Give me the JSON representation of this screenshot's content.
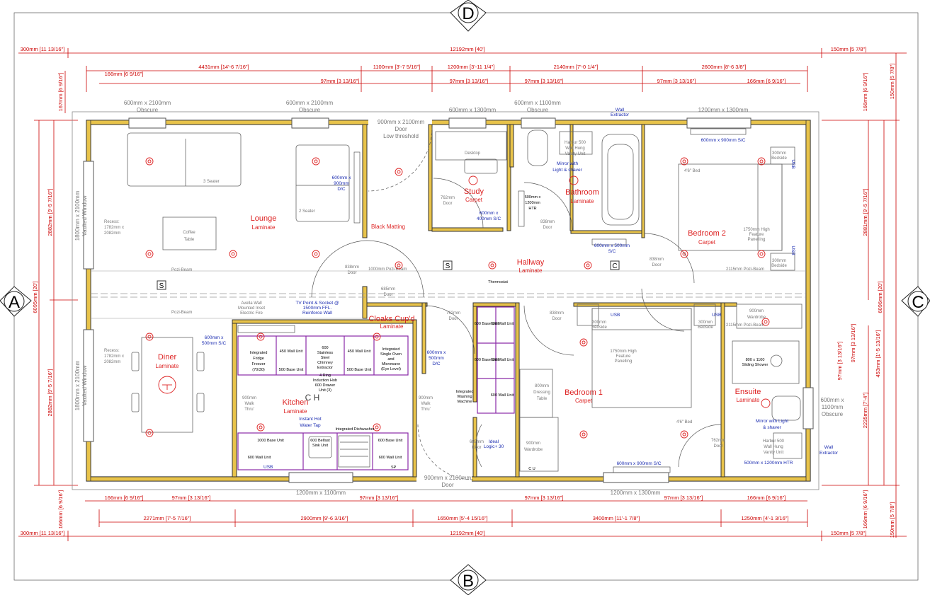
{
  "markers": {
    "top": "D",
    "bottom": "B",
    "left": "A",
    "right": "C"
  },
  "dims": {
    "top_overall_left": "300mm [11 13/16\"]",
    "top_overall": "12192mm [40']",
    "top_overall_right": "150mm [5 7/8\"]",
    "top_seg1": "4431mm [14'-6 7/16\"]",
    "top_seg2": "1100mm [3'-7 5/16\"]",
    "top_seg3": "1200mm [3'-11 1/4\"]",
    "top_seg4": "2140mm [7'-0 1/4\"]",
    "top_seg5": "2600mm [8'-6 3/8\"]",
    "top_small1": "166mm [6 9/16\"]",
    "top_small2": "97mm [3 13/16\"]",
    "top_small3": "97mm [3 13/16\"]",
    "top_small4": "97mm [3 13/16\"]",
    "top_small5": "97mm [3 13/16\"]",
    "top_small6": "166mm [6 9/16\"]",
    "left_top_small": "167mm [6 9/16\"]",
    "left_room1": "2882mm [9'-5 7/16\"]",
    "left_room2": "2882mm [9'-5 7/16\"]",
    "left_overall": "6095mm [20']",
    "left_bottom_small": "166mm [6 9/16\"]",
    "right_top_small": "166mm [6 9/16\"]",
    "right_top_outer": "150mm [5 7/8\"]",
    "right_room1": "2881mm [9'-5 7/16\"]",
    "right_overall": "6096mm [20']",
    "right_small_a": "97mm [3 13/16\"]",
    "right_small_b": "97mm [3 13/16\"]",
    "right_453": "453mm [1'-5 13/16\"]",
    "right_2235": "2235mm [7'-4\"]",
    "right_bottom_small": "166mm [6 9/16\"]",
    "right_bottom_outer": "150mm [5 7/8\"]",
    "bot_small1": "166mm [6 9/16\"]",
    "bot_small2": "97mm [3 13/16\"]",
    "bot_small3": "97mm [3 13/16\"]",
    "bot_small4": "97mm [3 13/16\"]",
    "bot_small5": "97mm [3 13/16\"]",
    "bot_small6": "166mm [6 9/16\"]",
    "bot_seg1": "2271mm [7'-5 7/16\"]",
    "bot_seg2": "2900mm [9'-6 3/16\"]",
    "bot_seg3": "1650mm [5'-4 15/16\"]",
    "bot_seg4": "3400mm [11'-1 7/8\"]",
    "bot_seg5": "1250mm [4'-1 3/16\"]",
    "bot_overall_left": "300mm [11 13/16\"]",
    "bot_overall": "12192mm [40']",
    "bot_overall_right": "150mm [5 7/8\"]"
  },
  "windows": {
    "w1": "600mm x 2100mm",
    "w1b": "Obscure",
    "w2": "600mm x 2100mm",
    "w2b": "Obscure",
    "door_front": "900mm x 2100mm",
    "door_front_b": "Door",
    "door_front_c": "Low threshold",
    "w3": "600mm x 1300mm",
    "w4": "600mm x 1100mm",
    "w4b": "Obscure",
    "w5": "1200mm x 1300mm",
    "left_top": "1800mm x 2100mm",
    "left_top_b": "Vaulted Window",
    "left_bot": "1800mm x 2100mm",
    "left_bot_b": "Vaulted Window",
    "bot1": "1200mm x 1100mm",
    "door_back": "900mm x 2100mm",
    "door_back_b": "Door",
    "bot2": "1200mm x 1300mm",
    "right_ensuite": "600mm x",
    "right_ensuite_b": "1100mm",
    "right_ensuite_c": "Obscure"
  },
  "rooms": [
    {
      "name": "Lounge",
      "floor": "Laminate"
    },
    {
      "name": "Study",
      "floor": "Carpet"
    },
    {
      "name": "Bathroom",
      "floor": "Laminate"
    },
    {
      "name": "Bedroom 2",
      "floor": "Carpet"
    },
    {
      "name": "Hallway",
      "floor": "Laminate"
    },
    {
      "name": "Cloaks Cup'd",
      "floor": "Laminate"
    },
    {
      "name": "Diner",
      "floor": "Laminate"
    },
    {
      "name": "Kitchen",
      "floor": "Laminate"
    },
    {
      "name": "Bedroom 1",
      "floor": "Carpet"
    },
    {
      "name": "Ensuite",
      "floor": "Laminate"
    }
  ],
  "labels": {
    "three_seater": "3 Seater",
    "two_seater": "2 Seater",
    "coffee_table": "Coffee\nTable",
    "coffee_a": "Coffee",
    "coffee_b": "Table",
    "recess_a": "Recess:",
    "recess_b": "1782mm x",
    "recess_c": "2082mm",
    "pozi1": "Pozi-Beam",
    "pozi2": "Pozi-Beam",
    "tv_a": "600mm x",
    "tv_b": "900mm",
    "tv_c": "D/C",
    "black_matting": "Black Matting",
    "desktop": "Desktop",
    "study_rad_a": "600mm x",
    "study_rad_b": "400mm S/C",
    "door762a": "762mm",
    "door762b": "Door",
    "htr_a": "500mm x",
    "htr_b": "1200mm",
    "htr_c": "HTR",
    "door838a": "838mm",
    "door838b": "Door",
    "harbur_a": "Harbur 500",
    "harbur_b": "Wall Hung",
    "harbur_c": "Vanity Unit",
    "mirror_a": "Mirror with",
    "mirror_b": "Light & shaver",
    "wall_extractor_a": "Wall",
    "wall_extractor_b": "Extractor",
    "bath_rad_a": "600mm x 500mm",
    "bath_rad_b": "S/C",
    "bed2_rad": "600mm x 900mm S/C",
    "bed2_bed": "4'6\" Bed",
    "bedside_a": "300mm",
    "bedside_b": "Bedside",
    "usb": "USB",
    "feature_a": "1750mm High",
    "feature_b": "Feature",
    "feature_c": "Panelling",
    "pozi_right": "2115mm Pozi-Beam",
    "thermostat": "Thermostat",
    "door685a": "685mm",
    "door685b": "Door",
    "tv_point_a": "TV Point & Socket @",
    "tv_point_b": "1500mm FFL.",
    "tv_point_c": "Reinforce Wall",
    "avella_a": "Avella Wall",
    "avella_b": "Mounted Inset",
    "avella_c": "Electric Fire",
    "cloaks_dim": "1000mm Pozi-Beam",
    "diner_rad_a": "600mm x",
    "diner_rad_b": "500mm S/C",
    "k_fridge_a": "Integrated",
    "k_fridge_b": "Fridge",
    "k_fridge_c": "Freezer",
    "k_fridge_d": "(70/30)",
    "k_450a": "450 Wall Unit",
    "k_450b": "450 Wall Unit",
    "k_500a": "500 Base Unit",
    "k_500b": "500 Base Unit",
    "k_hood_a": "600",
    "k_hood_b": "Stainless",
    "k_hood_c": "Steel",
    "k_hood_d": "Chimney",
    "k_hood_e": "Extractor",
    "k_hob_a": "4 Ring",
    "k_hob_b": "Induction Hob",
    "k_hob_c": "600 Drawer",
    "k_hob_d": "Unit (3)",
    "k_oven_a": "Integrated",
    "k_oven_b": "Single Oven",
    "k_oven_c": "and",
    "k_oven_d": "Microwave",
    "k_oven_e": "(Eye Level)",
    "k_rad_a": "600mm x",
    "k_rad_b": "500mm",
    "k_rad_c": "D/C",
    "walk_a": "900mm",
    "walk_b": "Walk",
    "walk_c": "Thru'",
    "instant_a": "Instant Hot",
    "instant_b": "Water Tap",
    "dishwasher": "Integrated Dishwasher",
    "k_1000": "1000 Base Unit",
    "k_sink_a": "600 Belfast",
    "k_sink_b": "Sink Unit",
    "k_600base": "600 Base Unit",
    "k_600wall_a": "600 Wall Unit",
    "k_600wall_b": "600 Wall Unit",
    "k_sp": "SP",
    "u_600base": "600 Base Unit",
    "u_600wall": "600 Wall Unit",
    "washer_a": "Integrated",
    "washer_b": "Washing",
    "washer_c": "Machine",
    "ideal_a": "Ideal",
    "ideal_b": "Logic+ 30",
    "dressing_a": "800mm",
    "dressing_b": "Dressing",
    "dressing_c": "Table",
    "wardrobe_a": "900mm",
    "wardrobe_b": "Wardrobe",
    "wardrobe2_a": "900mm",
    "wardrobe2_b": "Wardrobe",
    "cu": "C U",
    "bed1_bed": "4'6\" Bed",
    "bed1_rad": "600mm x 900mm S/C",
    "shower_a": "800 x 1100",
    "shower_b": "Sliding Shower",
    "ens_mirror_a": "Mirror with Light",
    "ens_mirror_b": "& shaver",
    "ens_harbur_a": "Harbur 500",
    "ens_harbur_b": "Wall Hung",
    "ens_harbur_c": "Vanity Unit",
    "ens_htr": "500mm x 1200mm HTR",
    "ch": "C H",
    "s1": "S",
    "s2": "S",
    "s3": "C"
  }
}
